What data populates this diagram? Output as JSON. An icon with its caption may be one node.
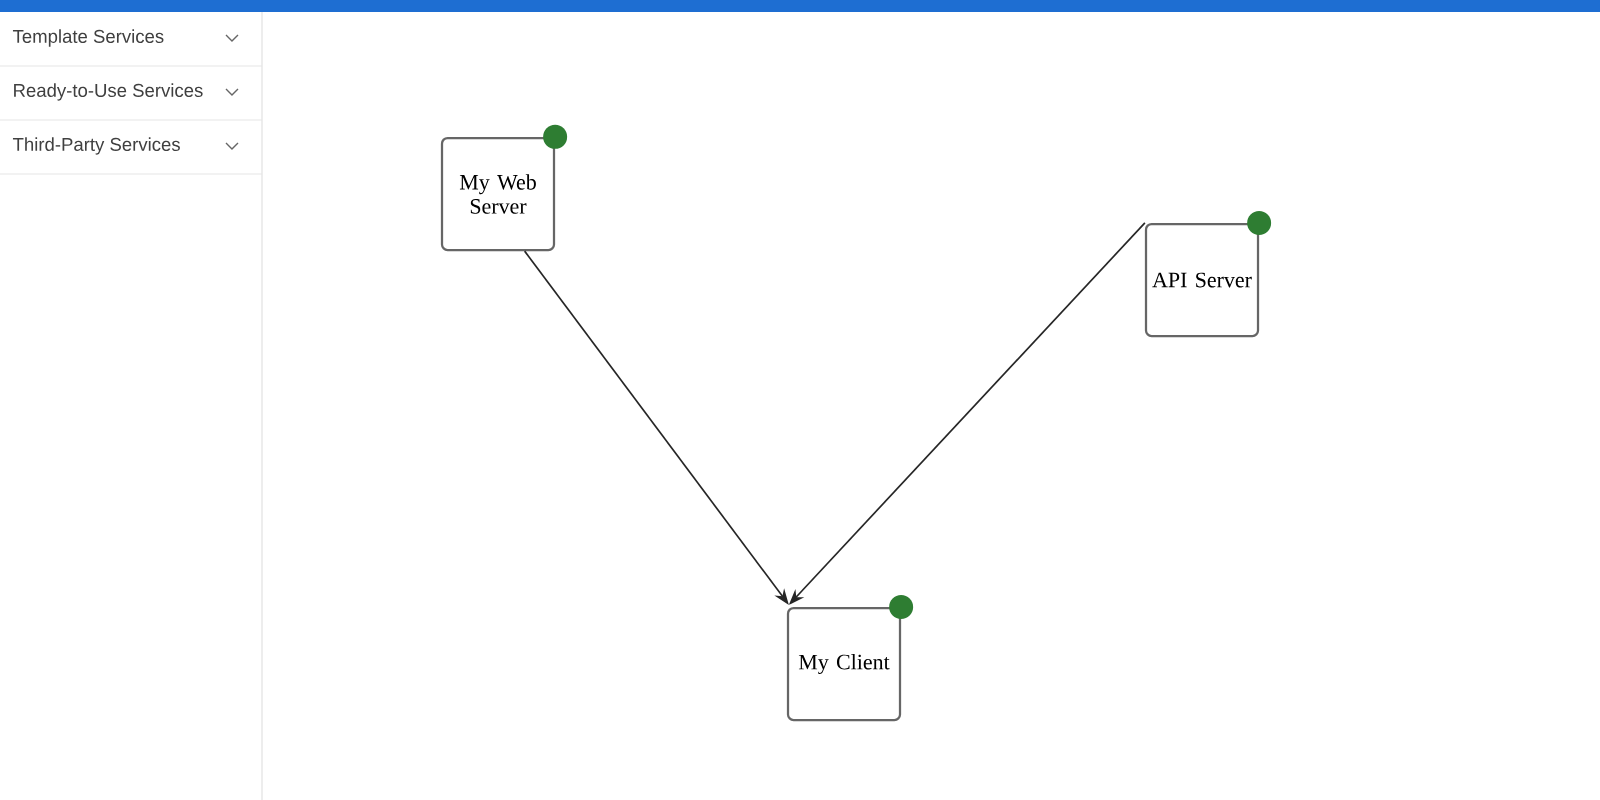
{
  "diagram": {
    "nodes": [
      {
        "text": [
          "My Web Server"
        ]
      },
      {
        "text": [
          "API Server"
        ]
      },
      {
        "text": [
          "My Client"
        ]
      }
    ],
    "edges": [
      {
        "from": 0,
        "to": 2,
        "arrow": "to"
      },
      {
        "from": 1,
        "to": 2,
        "arrow": "to"
      }
    ],
    "labels": [
      "Template Services",
      "Ready-to-Use Services",
      "Third-Party Services"
    ]
  }
}
